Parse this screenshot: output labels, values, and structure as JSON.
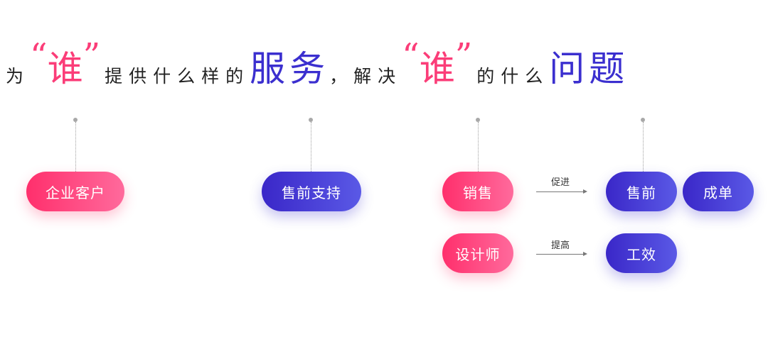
{
  "headline": {
    "part1": "为",
    "quote_open_1": "“",
    "who_1": "谁",
    "quote_close_1": "”",
    "part2": "提供什么样的",
    "service": "服务",
    "part3": "，解决",
    "quote_open_2": "“",
    "who_2": "谁",
    "quote_close_2": "”",
    "part4": "的什么",
    "problem": "问题"
  },
  "nodes": {
    "enterprise_customer": "企业客户",
    "presales_support": "售前支持",
    "sales": "销售",
    "designer": "设计师",
    "presales": "售前",
    "deal": "成单",
    "efficiency": "工效"
  },
  "arrows": {
    "promote": "促进",
    "improve": "提高"
  },
  "colors": {
    "pink": "#fb3d78",
    "purple": "#3b2fcf",
    "connector": "#a0a0a0"
  }
}
